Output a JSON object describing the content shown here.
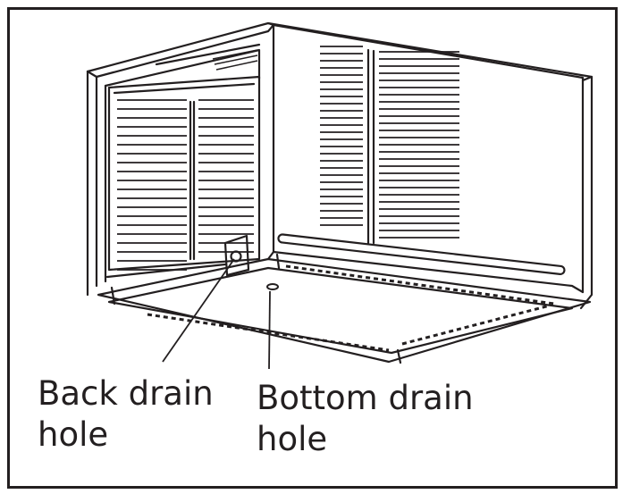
{
  "labels": {
    "back_drain": [
      "Back drain",
      "hole"
    ],
    "bottom_drain": [
      "Bottom drain",
      "hole"
    ]
  },
  "colors": {
    "ink": "#231f20",
    "background": "#ffffff"
  }
}
